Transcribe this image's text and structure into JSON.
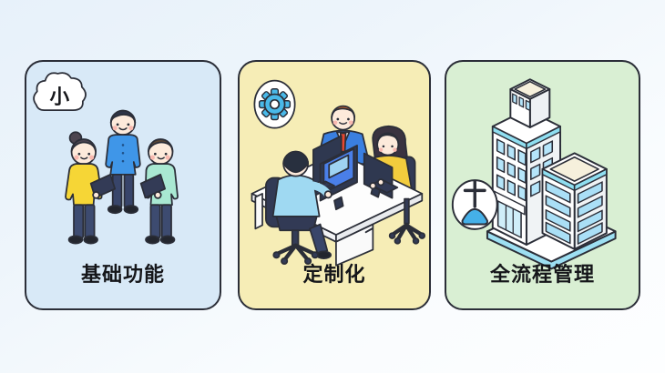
{
  "page": {
    "background_top": "#e7f1fa",
    "background_bottom": "#fdfeff"
  },
  "palette": {
    "outline": "#2b2e38",
    "accent_blue": "#49b9e9",
    "label_color": "#15161a",
    "skin": "#fdeadb",
    "card_blue": "#d8e9f7",
    "card_yellow": "#f6edb6",
    "card_green": "#d9efd3"
  },
  "cards": [
    {
      "id": "basic-features",
      "label": "基础功能",
      "background": "#d8e9f7",
      "badge": {
        "icon": "cloud-icon",
        "text": "小"
      },
      "illustration": "three-colleagues-standing"
    },
    {
      "id": "customization",
      "label": "定制化",
      "background": "#f6edb6",
      "badge": {
        "icon": "gear-icon"
      },
      "illustration": "team-at-workstations"
    },
    {
      "id": "full-process-management",
      "label": "全流程管理",
      "background": "#d9efd3",
      "badge": {
        "icon": "stamp-icon"
      },
      "illustration": "isometric-office-building"
    }
  ]
}
